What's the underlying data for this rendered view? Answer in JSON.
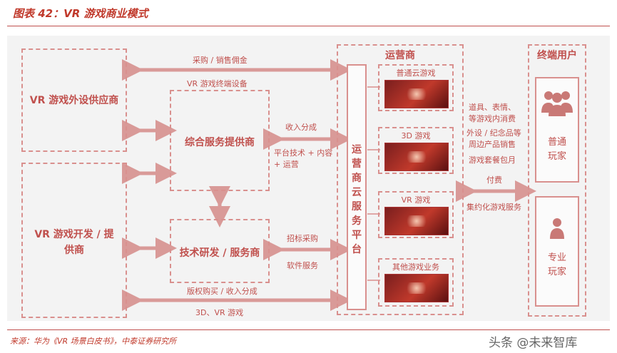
{
  "title": "图表 42：VR 游戏商业模式",
  "boxes": {
    "peripheral_supplier": "VR 游戏外设供应商",
    "game_developer": "VR 游戏开发 / 提供商",
    "integrated_service_provider": "综合服务提供商",
    "tech_rd_service_provider": "技术研发 / 服务商",
    "operator_header": "运营商",
    "operator_cloud_platform": "运营商云服务平台",
    "end_user_header": "终端用户",
    "regular_player": "普通玩家",
    "pro_player": "专业玩家"
  },
  "operator_services": [
    "普通云游戏",
    "3D 游戏",
    "VR 游戏",
    "其他游戏业务"
  ],
  "labels": {
    "procurement_commission": "采购 / 销售佣金",
    "vr_terminal_device": "VR 游戏终端设备",
    "revenue_share": "收入分成",
    "platform_tech": "平台技术 + 内容",
    "plus_operation": "+ 运营",
    "tender_procurement": "招标采购",
    "software_service": "软件服务",
    "copyright_revenue": "版权购买 / 收入分成",
    "games_3d_vr": "3D、VR 游戏",
    "props_emoji": "道具、表情、",
    "in_game_consumption": "等游戏内消费",
    "peripheral_souvenir": "外设 / 纪念品等",
    "merch_sales": "周边产品销售",
    "game_package": "游戏套餐包月",
    "payment": "付费",
    "intensive_service": "集约化游戏服务"
  },
  "source": "来源：华为《VR 场景白皮书》，中泰证券研究所",
  "watermark": "头条 @未来智库",
  "icons": [
    "group-users-icon",
    "single-user-icon"
  ],
  "colors": {
    "accent": "#c0504d",
    "dashed": "#d9908e",
    "arrow": "#d99a98"
  }
}
